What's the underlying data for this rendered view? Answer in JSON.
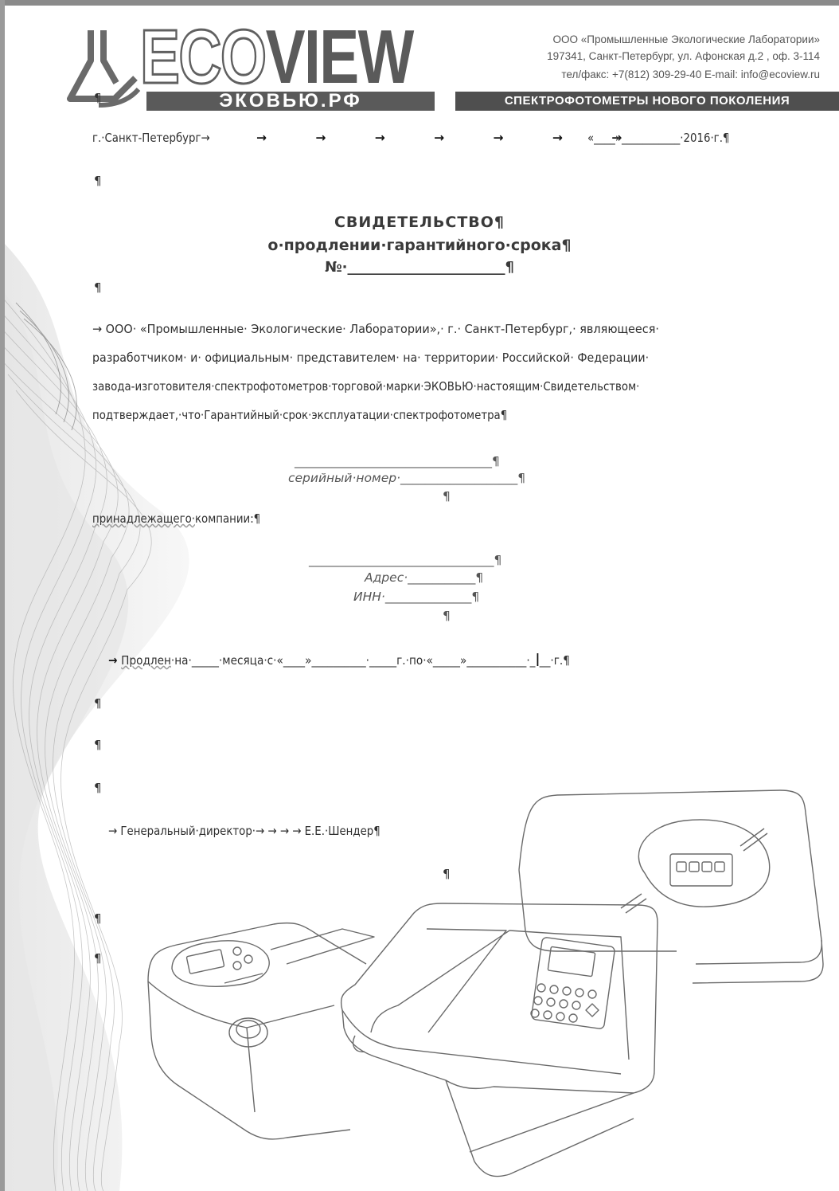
{
  "header": {
    "logo_eco": "ECO",
    "logo_view": "VIEW",
    "logo_domain": "ЭКОВЬЮ.РФ",
    "company_name": "ООО «Промышленные Экологические Лаборатории»",
    "company_address": "197341, Санкт-Петербург, ул. Афонская д.2 , оф. 3-114",
    "company_contacts": "тел/факс: +7(812) 309-29-40 E-mail: info@ecoview.ru",
    "slogan": "СПЕКТРОФОТОМЕТРЫ НОВОГО ПОКОЛЕНИЯ"
  },
  "date_line": {
    "city": "г.·Санкт-Петербург→",
    "tabs": "→  →  →  →  →  →  →",
    "date_blank": "«____»___________·2016·г.¶"
  },
  "title": {
    "main": "СВИДЕТЕЛЬСТВО¶",
    "subtitle": "о·продлении·гарантийного·срока¶",
    "number": "№·______________________¶"
  },
  "body": {
    "line1": "→  ООО· «Промышленные· Экологические· Лаборатории»,· г.· Санкт-Петербург,· являющееся·",
    "line2": "разработчиком· и· официальным· представителем· на· территории· Российской· Федерации·",
    "line3": "завода-изготовителя·спектрофотометров·торговой·марки·ЭКОВЬЮ·настоящим·Свидетельством·",
    "line4": "подтверждает,·что·Гарантийный·срок·эксплуатации·спектрофотометра¶"
  },
  "device_block": {
    "blank": "________________________________¶",
    "serial_label": "серийный·номер·",
    "serial_blank": "___________________¶",
    "empty": "¶"
  },
  "owner": {
    "label": "принадлежащего·",
    "label2": "компании:¶",
    "blank": "______________________________¶",
    "address_label": "Адрес·",
    "address_blank": "___________¶",
    "inn_label": "ИНН·",
    "inn_blank": "______________¶",
    "empty": "¶"
  },
  "extension": {
    "prefix": "→  ",
    "word": "Продлен",
    "text": "·на·_____·месяца·с·«____»__________·_____г.·по·«_____»___________·_",
    "tail": "__·г.¶"
  },
  "signature": {
    "line": "→  Генеральный·директор·→   →   →   →   Е.Е.·Шендер¶"
  },
  "pilcrow": "¶"
}
